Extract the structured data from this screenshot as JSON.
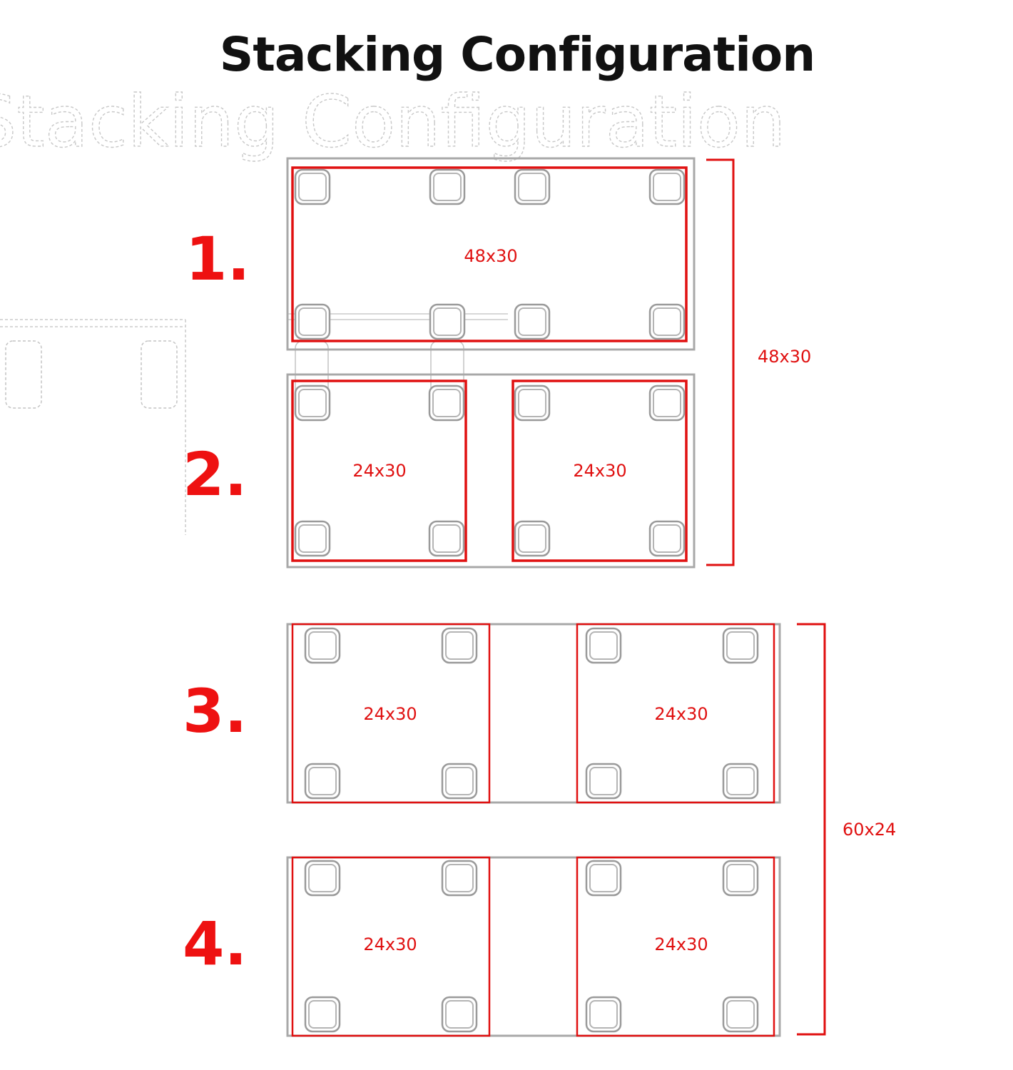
{
  "title": "Stacking Configuration",
  "ghost_title": "Stacking Configuration",
  "colors": {
    "accent": "#e01010",
    "frame": "#9a9a9a",
    "text": "#111111"
  },
  "configurations": [
    {
      "number": "1.",
      "sections": [
        "48x30"
      ]
    },
    {
      "number": "2.",
      "sections": [
        "24x30",
        "24x30"
      ]
    },
    {
      "number": "3.",
      "sections": [
        "24x30",
        "24x30"
      ]
    },
    {
      "number": "4.",
      "sections": [
        "24x30",
        "24x30"
      ]
    }
  ],
  "groups": [
    {
      "label": "48x30",
      "covers": [
        "1.",
        "2."
      ]
    },
    {
      "label": "60x24",
      "covers": [
        "3.",
        "4."
      ]
    }
  ]
}
